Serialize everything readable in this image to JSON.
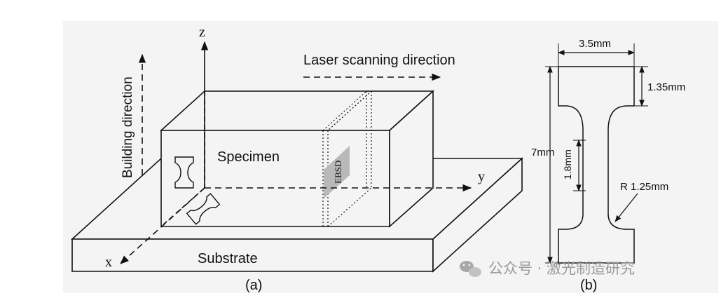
{
  "figure_a": {
    "axis_z": "z",
    "axis_y": "y",
    "axis_x": "x",
    "building_direction": "Building direction",
    "laser_direction": "Laser scanning direction",
    "specimen": "Specimen",
    "ebsd": "EBSD",
    "substrate": "Substrate",
    "caption": "(a)"
  },
  "figure_b": {
    "width_label": "3.5mm",
    "top_label": "1.35mm",
    "total_label": "7mm",
    "gauge_label": "1.8mm",
    "radius_label": "R 1.25mm",
    "caption": "(b)"
  },
  "watermark": {
    "text": "公众号 · 激光制造研究"
  },
  "colors": {
    "panel_bg": "#f4f4f4",
    "line": "#111111",
    "ebsd_fill": "#b9b9b9",
    "watermark": "#9a9a9a"
  }
}
